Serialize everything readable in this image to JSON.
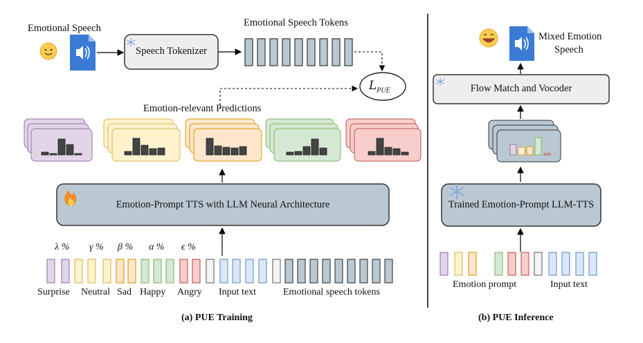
{
  "training": {
    "caption": "(a) PUE Training",
    "emotional_speech_label": "Emotional Speech",
    "speech_tokenizer_label": "Speech Tokenizer",
    "emotional_speech_tokens_label": "Emotional Speech Tokens",
    "loss_label": "L",
    "loss_sub": "PUE",
    "predictions_label": "Emotion-relevant Predictions",
    "tts_label": "Emotion-Prompt TTS with LLM Neural Architecture",
    "greek": [
      "λ %",
      "γ %",
      "β %",
      "α %",
      "ϵ %"
    ],
    "bottom_labels": {
      "surprise": "Surprise",
      "neutral": "Neutral",
      "sad": "Sad",
      "happy": "Happy",
      "angry": "Angry",
      "input_text": "Input text",
      "emotional_speech_tokens": "Emotional speech tokens"
    }
  },
  "inference": {
    "caption": "(b) PUE Inference",
    "mixed_emotion_label_line1": "Mixed Emotion",
    "mixed_emotion_label_line2": "Speech",
    "flow_match_label": "Flow Match and Vocoder",
    "trained_label": "Trained Emotion-Prompt LLM-TTS",
    "emotion_prompt_label": "Emotion prompt",
    "input_text_label": "Input text"
  },
  "colors": {
    "surprise": "#e1d5e7",
    "neutral": "#fff2cc",
    "sad": "#ffe6cc",
    "happy": "#d5e8d4",
    "angry": "#f8cecc",
    "token": "#bac8d3",
    "input": "#dae8fc",
    "tts_box": "#bac8d3",
    "light_box": "#eeeeee"
  }
}
